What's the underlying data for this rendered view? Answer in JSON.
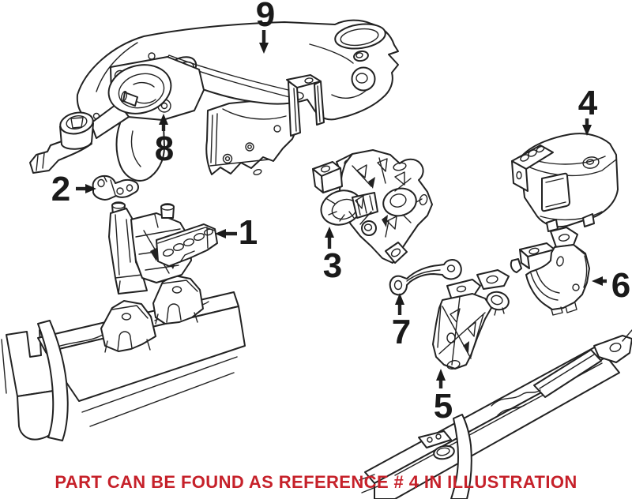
{
  "illustration": {
    "background_color": "#ffffff",
    "line_color": "#222222",
    "number_color": "#1a1a1a",
    "callout_labels": [
      "1",
      "2",
      "3",
      "4",
      "5",
      "6",
      "7",
      "8",
      "9"
    ]
  },
  "caption": {
    "text": "PART CAN BE FOUND AS REFERENCE # 4 IN ILLUSTRATION",
    "color": "#c6212a",
    "referenced_callout": "4"
  }
}
